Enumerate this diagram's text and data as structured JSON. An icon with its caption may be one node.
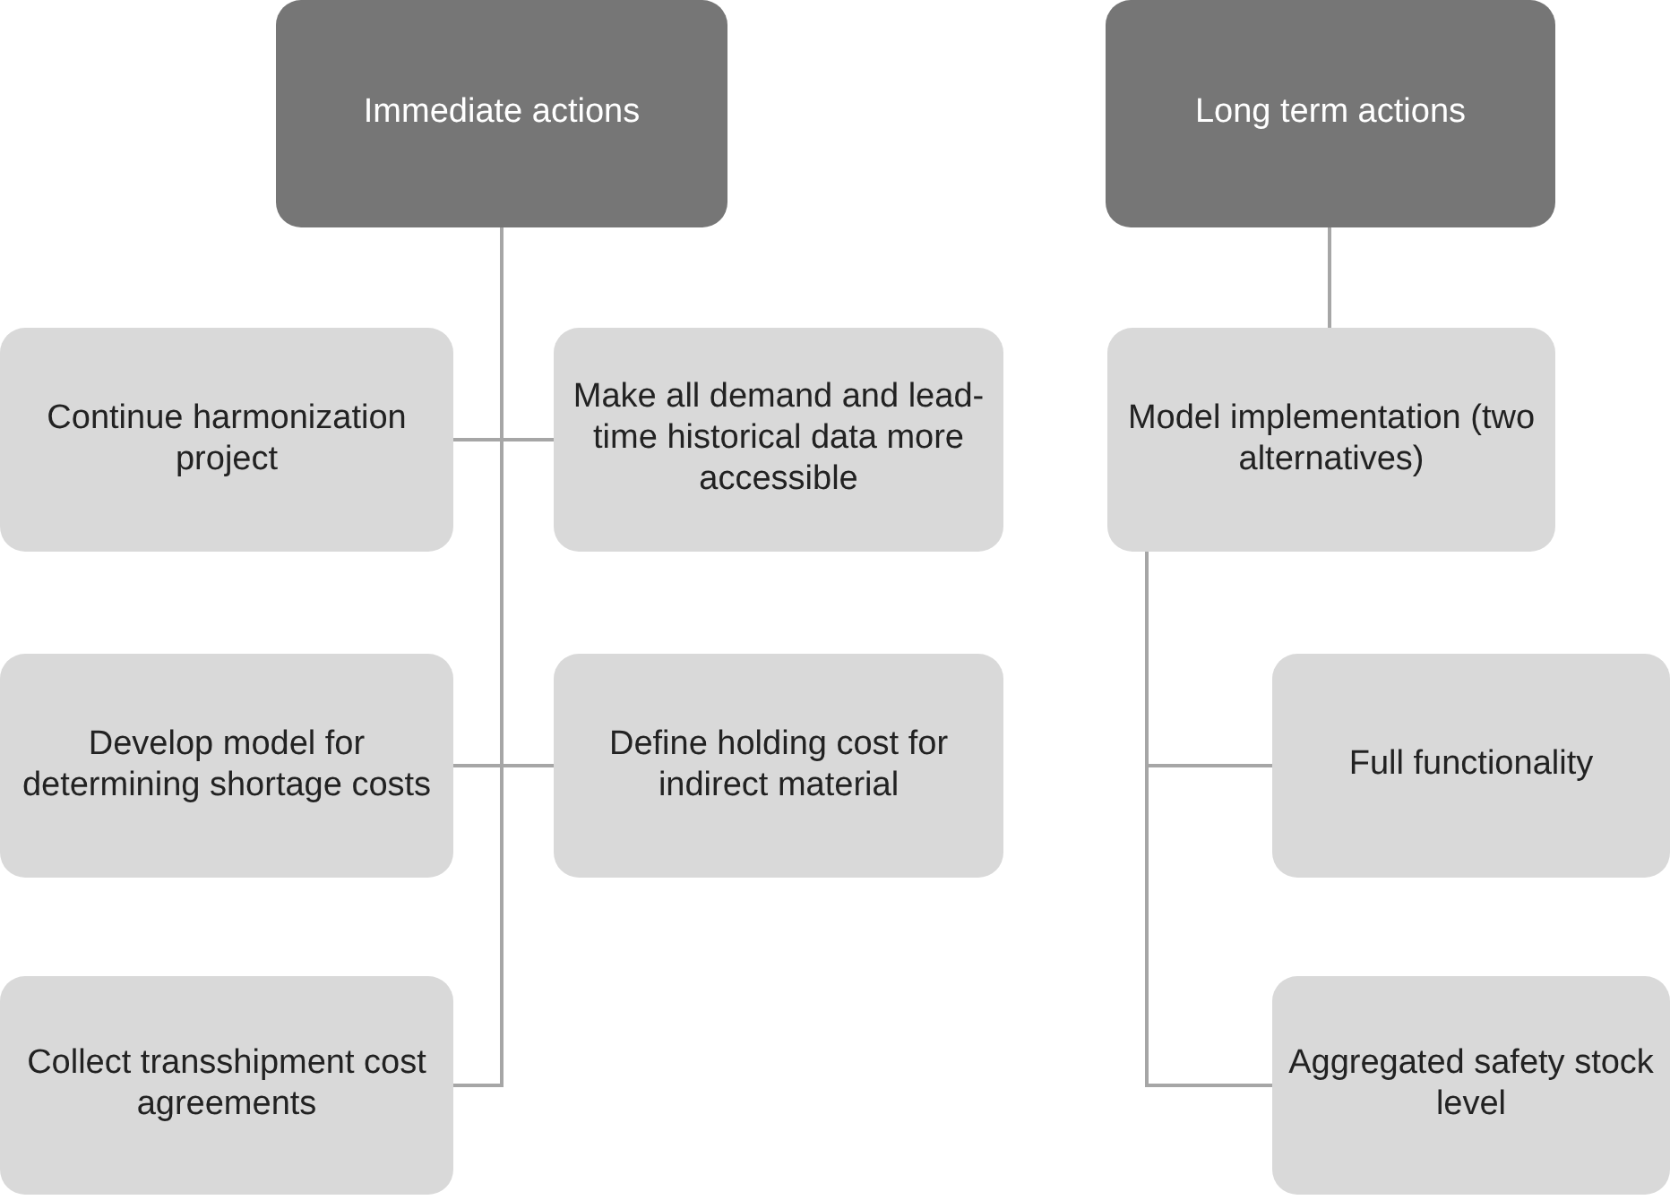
{
  "diagram": {
    "nodes": [
      {
        "text": [
          "Immediate  actions"
        ]
      },
      {
        "text": [
          "Long term actions"
        ]
      },
      {
        "text": [
          "Continue harmonization project"
        ]
      },
      {
        "text": [
          "Make all demand and lead-time historical data more accessible"
        ]
      },
      {
        "text": [
          "Model implementation (two alternatives)"
        ]
      },
      {
        "text": [
          "Develop model for determining shortage costs"
        ]
      },
      {
        "text": [
          "Define holding cost for indirect material"
        ]
      },
      {
        "text": [
          "Full functionality"
        ]
      },
      {
        "text": [
          "Collect transshipment cost agreements"
        ]
      },
      {
        "text": [
          "Aggregated safety stock level"
        ]
      }
    ],
    "edges": [
      {
        "from": 0,
        "to": 2,
        "arrow": "none"
      },
      {
        "from": 0,
        "to": 3,
        "arrow": "none"
      },
      {
        "from": 0,
        "to": 5,
        "arrow": "none"
      },
      {
        "from": 0,
        "to": 6,
        "arrow": "none"
      },
      {
        "from": 0,
        "to": 8,
        "arrow": "none"
      },
      {
        "from": 1,
        "to": 4,
        "arrow": "none"
      },
      {
        "from": 4,
        "to": 7,
        "arrow": "none"
      },
      {
        "from": 4,
        "to": 9,
        "arrow": "none"
      }
    ]
  }
}
